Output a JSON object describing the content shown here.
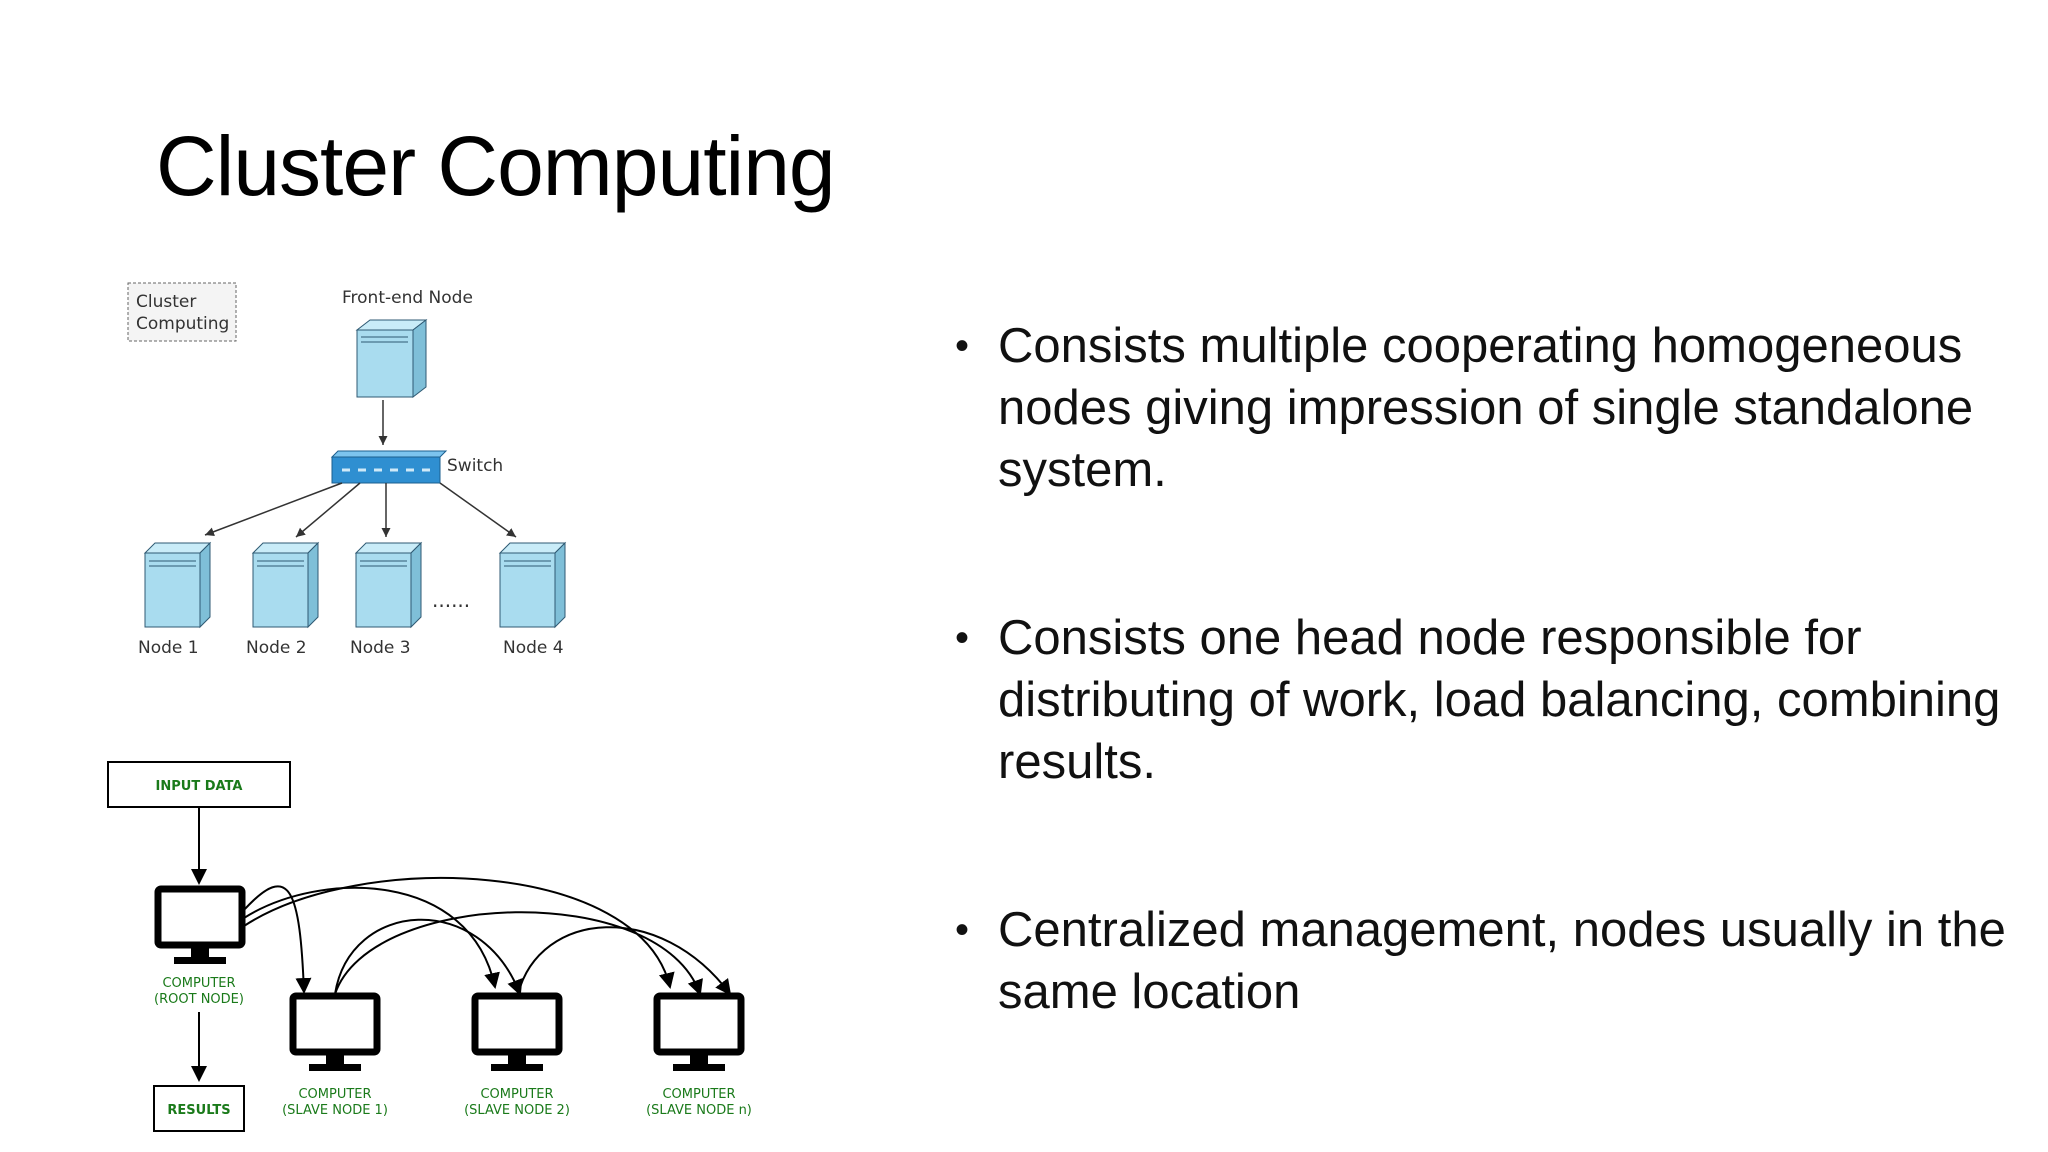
{
  "slide": {
    "title": "Cluster Computing",
    "bullets": [
      "Consists multiple cooperating homogeneous nodes giving impression of single standalone system.",
      "Consists one head node responsible for distributing of work, load balancing, combining results.",
      "Centralized management, nodes usually in the same location"
    ]
  },
  "diagram_top": {
    "box_label_line1": "Cluster",
    "box_label_line2": "Computing",
    "front_end": "Front-end Node",
    "switch": "Switch",
    "nodes": [
      "Node 1",
      "Node 2",
      "Node 3",
      "Node 4"
    ],
    "ellipsis": "......"
  },
  "diagram_bottom": {
    "input": "INPUT DATA",
    "results": "RESULTS",
    "root_line1": "COMPUTER",
    "root_line2": "(ROOT NODE)",
    "slaves": [
      {
        "line1": "COMPUTER",
        "line2": "(SLAVE NODE 1)"
      },
      {
        "line1": "COMPUTER",
        "line2": "(SLAVE NODE 2)"
      },
      {
        "line1": "COMPUTER",
        "line2": "(SLAVE NODE n)"
      }
    ]
  },
  "colors": {
    "server_fill": "#a9dcef",
    "server_stroke": "#2f5a73",
    "switch_fill": "#2f8fd1",
    "label_green": "#1a7a1a"
  }
}
